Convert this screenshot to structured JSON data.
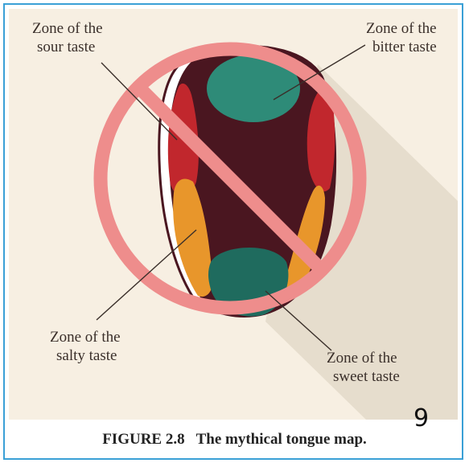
{
  "labels": {
    "sour": {
      "line1": "Zone of the",
      "line2": "sour taste"
    },
    "bitter": {
      "line1": "Zone of the",
      "line2": "bitter taste"
    },
    "salty": {
      "line1": "Zone of the",
      "line2": "salty taste"
    },
    "sweet": {
      "line1": "Zone of the",
      "line2": "sweet taste"
    }
  },
  "caption": {
    "figure_number": "FIGURE 2.8",
    "text": "The mythical tongue map."
  },
  "page_number": "9",
  "colors": {
    "background": "#f7efe2",
    "shadow": "#e6ddcd",
    "tongue": "#4a1620",
    "bitter": "#2e8b78",
    "sour": "#c1272d",
    "salty": "#e8962b",
    "sweet": "#1f6b5e",
    "prohibition_sign": "#ee8d8c",
    "frame": "#3aa0d6"
  }
}
